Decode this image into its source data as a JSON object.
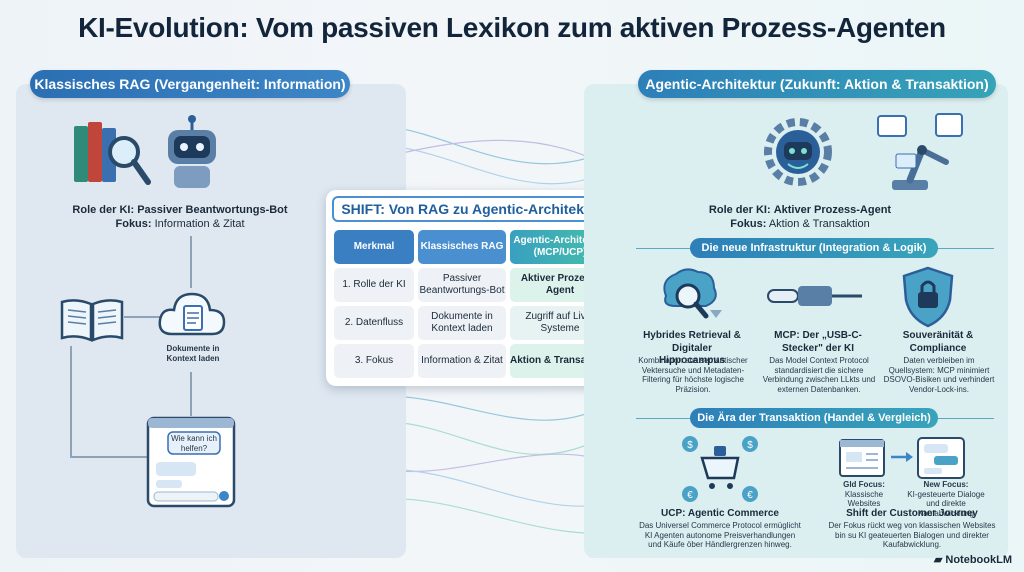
{
  "title": "KI-Evolution: Vom passiven Lexikon zum aktiven Prozess-Agenten",
  "left": {
    "header": "Klassisches RAG (Vergangenheit: Information)",
    "role_label": "Role der KI:",
    "role_value": "Passiver Beantwortungs-Bot",
    "focus_label": "Fokus:",
    "focus_value": "Information & Zitat",
    "cloud_label": "Dokumente in Kontext laden",
    "chat_bubble": "Wie kann ich helfen?"
  },
  "shift": {
    "title": "SHIFT: Von RAG zu Agentic-Architektur",
    "headers": [
      "Merkmal",
      "Klassisches RAG",
      "Agentic-Architektur (MCP/UCP)"
    ],
    "rows": [
      [
        "1.  Rolle der KI",
        "Passiver Beantwortungs-Bot",
        "Aktiver Prozess-Agent"
      ],
      [
        "2.  Datenfluss",
        "Dokumente in Kontext laden",
        "Zugriff auf Live-Systeme"
      ],
      [
        "3.  Fokus",
        "Information & Zitat",
        "Aktion & Transaktion"
      ]
    ]
  },
  "right": {
    "header": "Agentic-Architektur (Zukunft: Aktion & Transaktion)",
    "role_label": "Role der KI:",
    "role_value": "Aktiver Prozess-Agent",
    "focus_label": "Fokus:",
    "focus_value": "Aktion & Transaktion",
    "infra_header": "Die neue Infrastruktur (Integration & Logik)",
    "infra": [
      {
        "title": "Hybrides Retrieval & Digitaler Hippocampus",
        "desc": "Kombination aus semantischer Vektersuche und Metadaten-Filtering für höchste logische Präzision."
      },
      {
        "title": "MCP: Der „USB-C-Stecker\" der KI",
        "desc": "Das Model Context Protocol standardisiert die sichere Verbindung zwischen LLkts und externen Datenbanken."
      },
      {
        "title": "Souveränität & Compliance",
        "desc": "Daten verbleiben im Quellsystem: MCP minimiert DSOVO-Bisiken und verhindert Vendor-Lock-ins."
      }
    ],
    "trans_header": "Die Ära der Transaktion (Handel & Vergleich)",
    "ucp_title": "UCP: Agentic Commerce",
    "ucp_desc": "Das Universel Commerce Protocol ermüglicht KI Agenten autonome Preisverhandlungen und Käufe öber Händlergrenzen hinweg.",
    "old_focus_label": "Gld Focus:",
    "old_focus_value": "Klassische Websites",
    "new_focus_label": "New Focus:",
    "new_focus_value": "KI-gesteuerte Dialoge und direkte Kaufabwicklung",
    "journey_title": "Shift der Customer Journey",
    "journey_desc": "Der Fokus rückt weg von klassischen Websites bin su KI geateuerten Bialogen und direkter Kaufabwicklung."
  },
  "brand": "NotebookLM",
  "colors": {
    "blue": "#3d86c6",
    "teal": "#36a3b8",
    "green_cell": "#d8f3ea"
  }
}
